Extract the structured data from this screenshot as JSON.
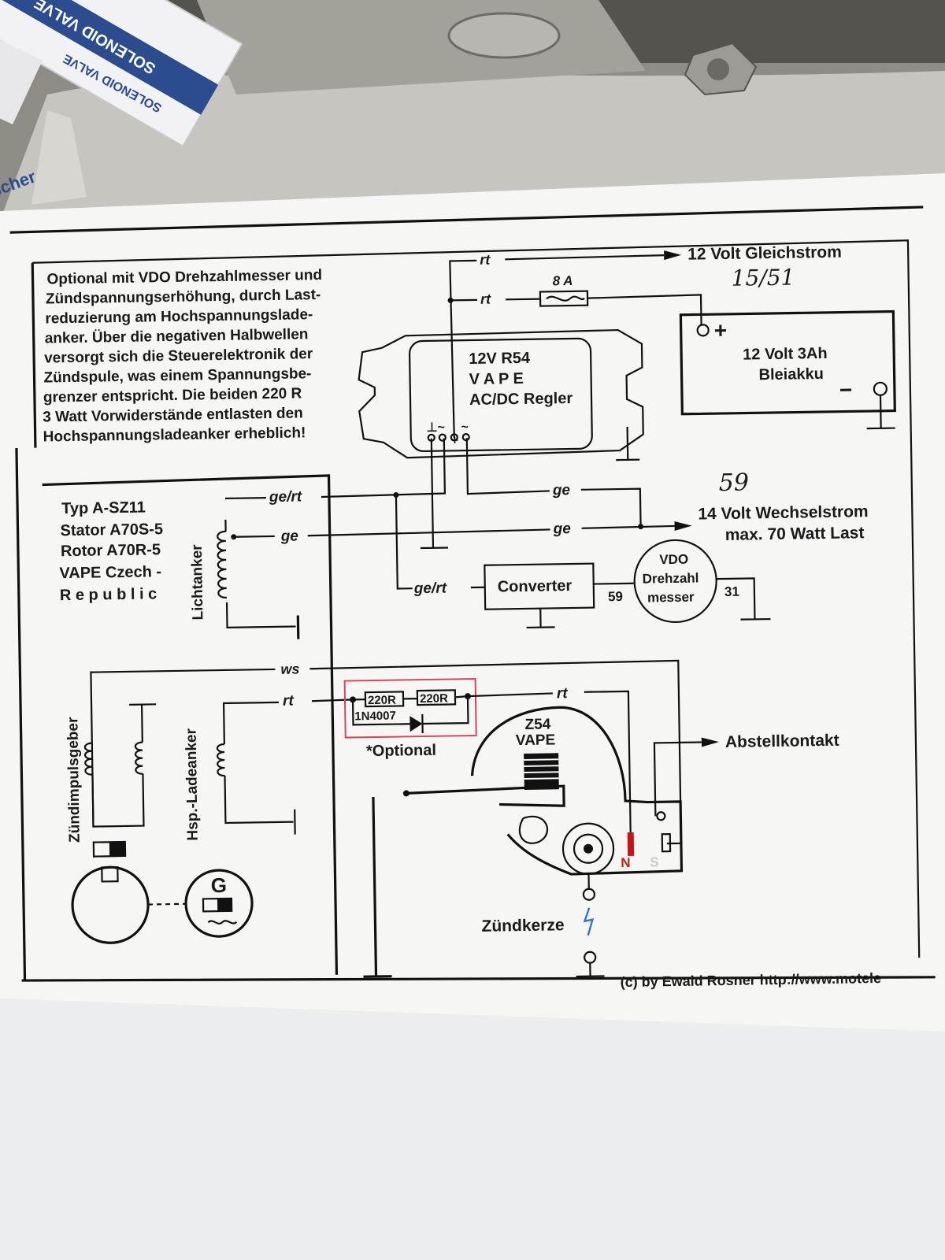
{
  "background": {
    "package_labels": [
      "SOLENOID VALVE",
      "SOLENOID VALVE",
      "scher"
    ]
  },
  "description": {
    "lines": [
      "Optional mit VDO Drehzahlmesser und",
      "Zündspannungserhöhung, durch Last-",
      "reduzierung am Hochspannungslade-",
      "anker. Über die negativen Halbwellen",
      "versorgt sich die Steuerelektronik der",
      "Zündspule, was einem Spannungsbe-",
      "grenzer entspricht. Die beiden 220 R",
      "3 Watt Vorwiderstände entlasten den",
      "Hochspannungsladeanker erheblich!"
    ]
  },
  "regulator": {
    "lines": [
      "12V R54",
      "V A P E",
      "AC/DC Regler"
    ],
    "terminals": [
      "⊥",
      "~",
      "+",
      "~"
    ]
  },
  "fuse": {
    "label": "8 A"
  },
  "outputs": {
    "dc": "12 Volt Gleichstrom",
    "dc_handwritten": "15/51",
    "ac_line1": "14 Volt Wechselstrom",
    "ac_line2": "max. 70 Watt Last",
    "ac_handwritten": "59",
    "kill": "Abstellkontakt"
  },
  "battery": {
    "line1": "12 Volt 3Ah",
    "line2": "Bleiakku",
    "plus": "+",
    "minus": "−"
  },
  "stator_info": {
    "lines": [
      "Typ  A-SZ11",
      "Stator A70S-5",
      "Rotor A70R-5",
      "VAPE Czech -",
      "R e p u b l i c"
    ]
  },
  "coils": {
    "lichtanker": "Lichtanker",
    "zuendimpulsgeber": "Zündimpulsgeber",
    "hsp_ladeanker": "Hsp.-Ladeanker",
    "generator": "G"
  },
  "wires": {
    "rt_top": "rt",
    "rt_fuse": "rt",
    "ge_rt_1": "ge/rt",
    "ge_1": "ge",
    "ge_2": "ge",
    "ge_3": "ge",
    "ge_rt_2": "ge/rt",
    "ws": "ws",
    "rt_low_1": "rt",
    "rt_low_2": "rt"
  },
  "converter": {
    "label": "Converter",
    "terminal": "59"
  },
  "tacho": {
    "lines": [
      "VDO",
      "Drehzahl",
      "messer"
    ],
    "terminal": "31"
  },
  "optional": {
    "r1": "220R",
    "r2": "220R",
    "diode": "1N4007",
    "label": "*Optional"
  },
  "ignition": {
    "coil_lines": [
      "Z54",
      "VAPE"
    ],
    "pole_n": "N",
    "pole_s": "S",
    "spark": "Zündkerze"
  },
  "footer": {
    "copyright": "(c) by Ewald Rosner  http://www.motele"
  },
  "colors": {
    "ink": "#111111",
    "paper": "#f4f4f2",
    "optional_box": "#d9455a",
    "pole_n": "#d11a1a"
  }
}
